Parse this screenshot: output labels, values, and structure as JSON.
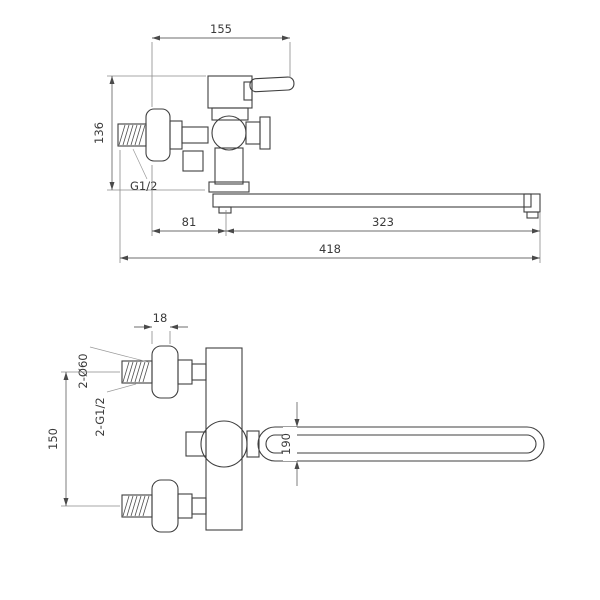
{
  "drawing": {
    "colors": {
      "part_line": "#3f3f3f",
      "dimension_line": "#6e6e6e",
      "background": "#ffffff"
    },
    "side_view": {
      "dim_width": "155",
      "dim_height": "136",
      "thread_label": "G1/2",
      "dim_wall_to_pivot": "81",
      "dim_pivot_to_tip": "323",
      "dim_total": "418"
    },
    "front_view": {
      "dim_nut": "18",
      "flange_label": "2-Ø60",
      "thread_label": "2-G1/2",
      "dim_inlet_spacing": "150",
      "dim_spout": "190"
    }
  }
}
